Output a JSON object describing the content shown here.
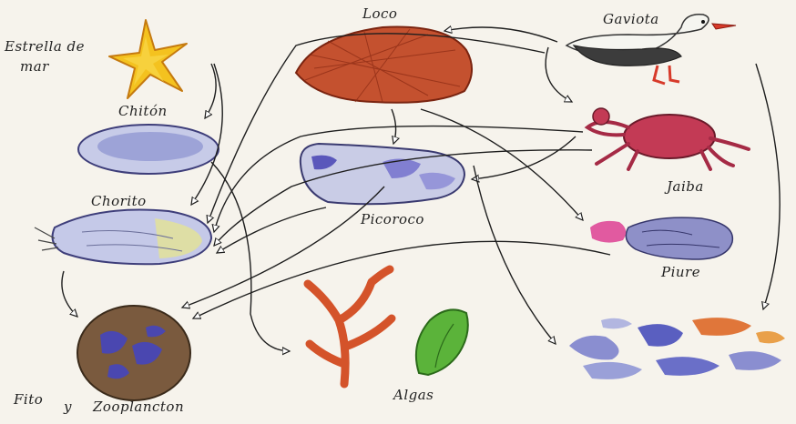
{
  "labels": {
    "estrella_1": "Estrella de",
    "estrella_2": "mar",
    "chiton": "Chitón",
    "chorito": "Chorito",
    "loco": "Loco",
    "gaviota": "Gaviota",
    "jaiba": "Jaiba",
    "picoroco": "Picoroco",
    "piure": "Piure",
    "fito": "Fito",
    "y": "y",
    "zooplancton": "Zooplancton",
    "algas": "Algas"
  },
  "colors": {
    "background": "#f6f3ec",
    "star": "#f4c21f",
    "shell_blue": "#b9bfe3",
    "loco": "#c4512f",
    "crab": "#c33a55",
    "piure": "#e15aa0",
    "algae_red": "#d4532a",
    "algae_green": "#5bb33a",
    "plankton_bg": "#7a5a3e",
    "plankton_blob": "#4a47b0",
    "arrow": "#1e1e1e"
  },
  "icons": {
    "estrella": "starfish-icon",
    "chiton": "chiton-icon",
    "chorito": "mussel-icon",
    "loco": "loco-shell-icon",
    "gaviota": "seagull-icon",
    "jaiba": "crab-icon",
    "picoroco": "barnacle-icon",
    "piure": "piure-icon",
    "plancton": "plankton-icon",
    "algas": "algae-icon",
    "detritus": "detritus-icon"
  }
}
